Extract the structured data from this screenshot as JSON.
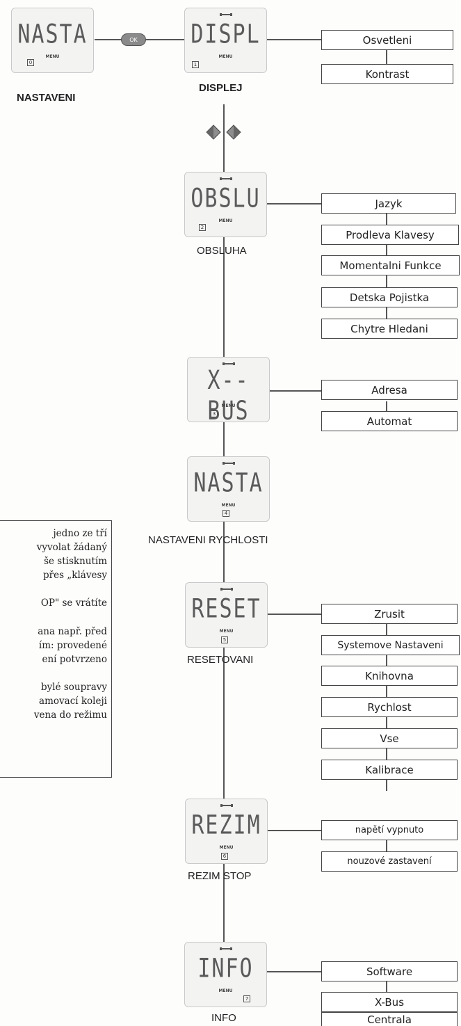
{
  "ok_button": "OK",
  "screens": [
    {
      "seg": "NASTA",
      "num": "0",
      "menu": "MENU",
      "label": "NASTAVENI"
    },
    {
      "seg": "DISPL",
      "num": "1",
      "menu": "MENU",
      "label": "DISPLEJ"
    },
    {
      "seg": "OBSLU",
      "num": "2",
      "menu": "MENU",
      "label": "OBSLUHA"
    },
    {
      "seg": "X--BUS",
      "num": "3",
      "menu": "MENU",
      "label": ""
    },
    {
      "seg": "NASTA",
      "num": "4",
      "menu": "MENU",
      "label": "NASTAVENI RYCHLOSTI"
    },
    {
      "seg": "RESET",
      "num": "5",
      "menu": "MENU",
      "label": "RESETOVANI"
    },
    {
      "seg": "REZIM",
      "num": "6",
      "menu": "MENU",
      "label": "REZIM STOP"
    },
    {
      "seg": "INFO",
      "num": "7",
      "menu": "MENU",
      "label": "INFO"
    }
  ],
  "options": {
    "displej": [
      "Osvetleni",
      "Kontrast"
    ],
    "obsluha": [
      "Jazyk",
      "Prodleva Klavesy",
      "Momentalni Funkce",
      "Detska Pojistka",
      "Chytre Hledani"
    ],
    "xbus": [
      "Adresa",
      "Automat"
    ],
    "reset": [
      "Zrusit",
      "Systemove Nastaveni",
      "Knihovna",
      "Rychlost",
      "Vse",
      "Kalibrace"
    ],
    "rezim": [
      "napětí vypnuto",
      "nouzové zastavení"
    ],
    "info": [
      "Software",
      "X-Bus",
      "Centrala"
    ]
  },
  "info_text": [
    "jedno ze tří",
    "vyvolat žádaný",
    "še   stisknutím",
    "přes  „klávesy",
    "",
    "OP\"  se  vrátíte",
    "",
    "ana např. před",
    "ím: provedené",
    "ení   potvrzeno",
    "",
    "bylé  soupravy",
    "amovací  koleji",
    "vena do režimu"
  ]
}
